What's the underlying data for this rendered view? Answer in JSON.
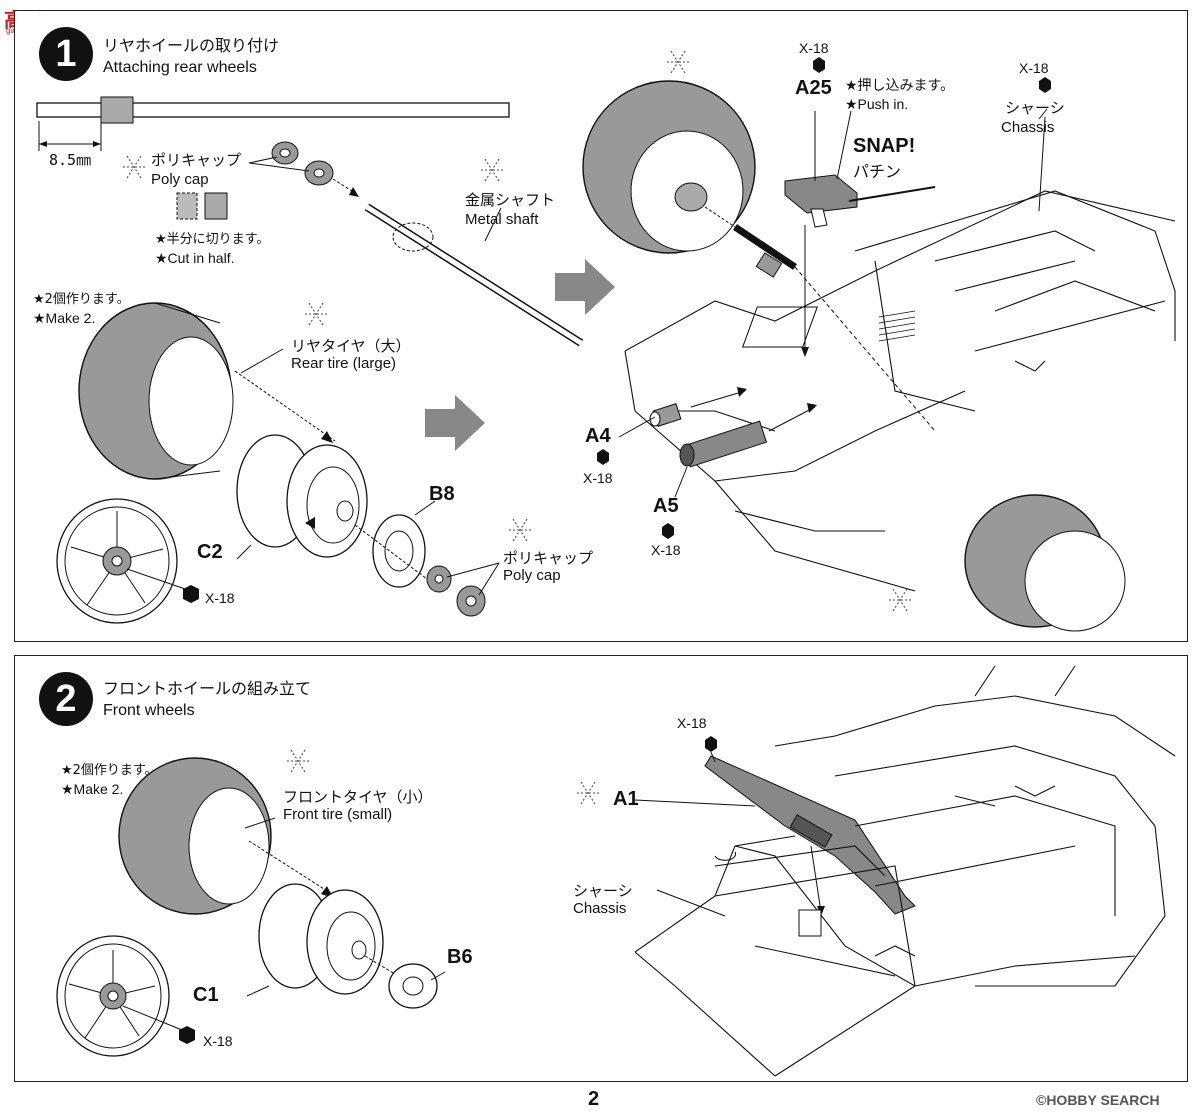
{
  "site_logo": {
    "text": "高手网",
    "sub": "gao-shou.net"
  },
  "step1": {
    "number": "1",
    "title_jp": "リヤホイールの取り付け",
    "title_en": "Attaching rear wheels",
    "dimension": "8.5㎜",
    "polycap_jp": "ポリキャップ",
    "polycap_en": "Poly cap",
    "cut_half_jp": "★半分に切ります。",
    "cut_half_en": "★Cut in half.",
    "metal_shaft_jp": "金属シャフト",
    "metal_shaft_en": "Metal shaft",
    "make2_jp": "★2個作ります。",
    "make2_en": "★Make 2.",
    "rear_tire_jp": "リヤタイヤ（大）",
    "rear_tire_en": "Rear tire (large)",
    "c2": "C2",
    "b8": "B8",
    "polycap2_jp": "ポリキャップ",
    "polycap2_en": "Poly cap",
    "x18_wheel": "X-18",
    "a25": "A25",
    "x18_a25": "X-18",
    "push_jp": "★押し込みます。",
    "push_en": "★Push in.",
    "snap": "SNAP!",
    "snap_jp": "パチン",
    "x18_chassis": "X-18",
    "chassis_jp": "シャーシ",
    "chassis_en": "Chassis",
    "a4": "A4",
    "x18_a4": "X-18",
    "a5": "A5",
    "x18_a5": "X-18"
  },
  "step2": {
    "number": "2",
    "title_jp": "フロントホイールの組み立て",
    "title_en": "Front wheels",
    "make2_jp": "★2個作ります。",
    "make2_en": "★Make 2.",
    "front_tire_jp": "フロントタイヤ（小）",
    "front_tire_en": "Front tire (small)",
    "c1": "C1",
    "b6": "B6",
    "x18_wheel": "X-18",
    "x18_a1": "X-18",
    "a1": "A1",
    "chassis_jp": "シャーシ",
    "chassis_en": "Chassis"
  },
  "footer": {
    "page": "2",
    "watermark": "©HOBBY SEARCH"
  }
}
